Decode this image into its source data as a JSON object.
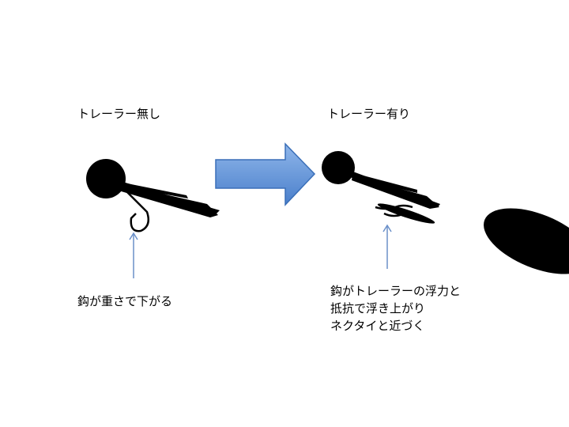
{
  "left": {
    "title": "トレーラー無し",
    "caption": "鈎が重さで下がる"
  },
  "right": {
    "title": "トレーラー有り",
    "caption_lines": [
      "鈎がトレーラーの浮力と",
      "抵抗で浮き上がり",
      "ネクタイと近づく"
    ]
  },
  "colors": {
    "arrow_fill": "#5b8fd6",
    "arrow_stroke": "#3a6fb8",
    "pointer_arrow": "#6b90c9",
    "lure": "#000000"
  }
}
